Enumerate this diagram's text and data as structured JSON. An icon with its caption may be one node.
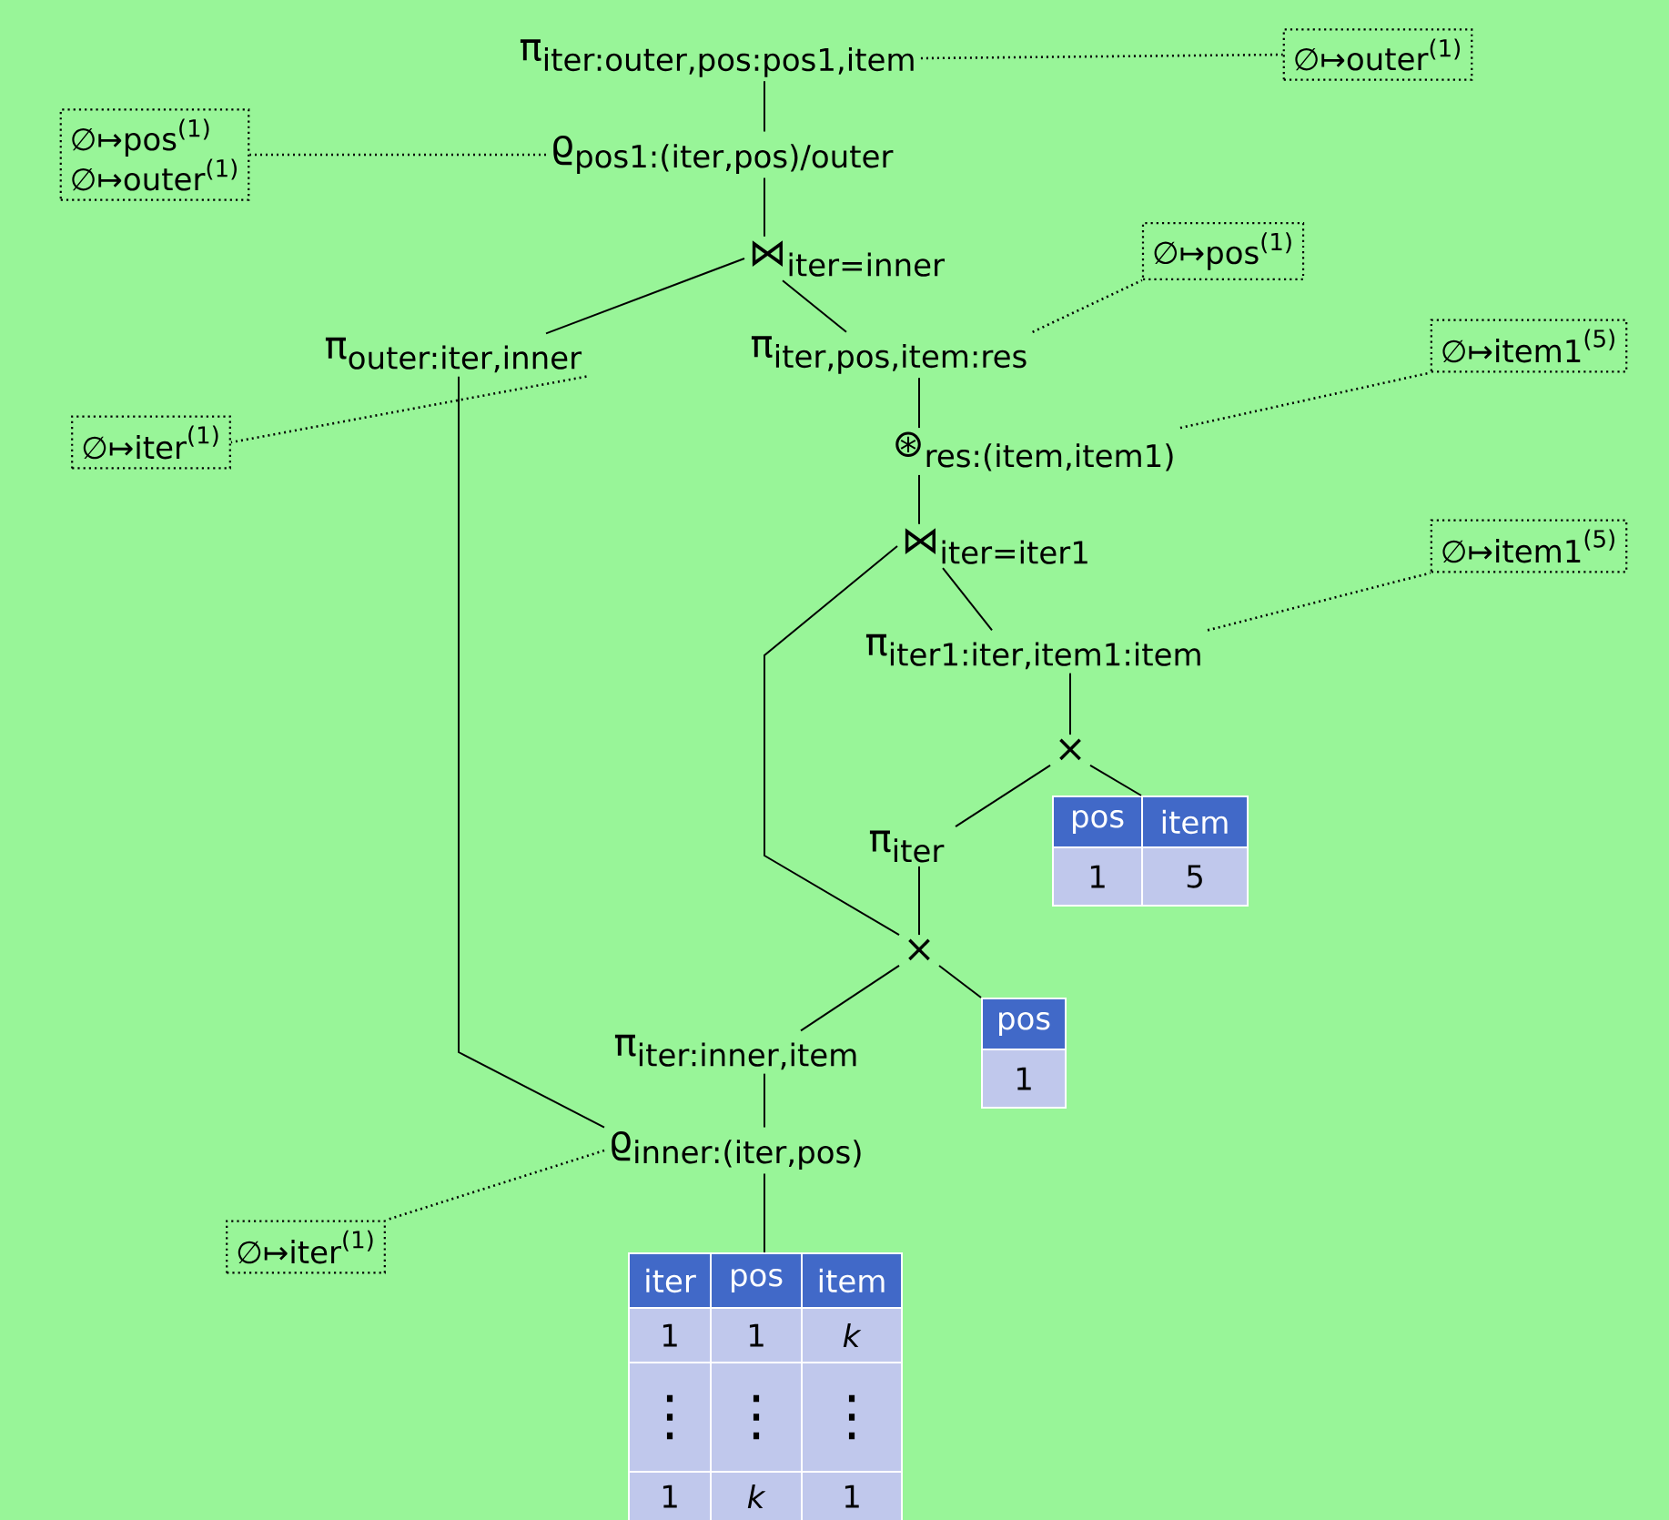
{
  "diagram": {
    "nodes": [
      {
        "text": [
          "\\text{π}_{\\text{iter:outer,pos:pos1,item}}"
        ]
      },
      {
        "text": [
          "\\text{∅↦outer}^{\\text{(1)}}"
        ]
      },
      {
        "text": [
          "\\text{∅↦pos}^{\\text{(1)}}",
          "\\text{∅↦outer}^{\\text{(1)}}"
        ]
      },
      {
        "text": [
          "\\text{ϱ}_{\\text{pos1:(iter,pos)/outer}}"
        ]
      },
      {
        "text": [
          "\\text{⋈}_{\\text{iter=inner}}"
        ]
      },
      {
        "text": [
          "\\text{∅↦pos}^{\\text{(1)}}"
        ]
      },
      {
        "text": [
          "\\text{π}_{\\text{outer:iter,inner}}"
        ]
      },
      {
        "text": [
          "\\text{π}_{\\text{iter,pos,item:res}}"
        ]
      },
      {
        "text": [
          "\\text{∅↦iter}^{\\text{(1)}}"
        ]
      },
      {
        "text": [
          "\\text{∅↦item1}^{\\text{(5)}}"
        ]
      },
      {
        "text": [
          "\\text{⊛}_{\\text{res:(item,item1)}}"
        ]
      },
      {
        "text": [
          "\\text{⋈}_{\\text{iter=iter1}}"
        ]
      },
      {
        "text": [
          "\\text{∅↦item1}^{\\text{(5)}}"
        ]
      },
      {
        "text": [
          "\\text{π}_{\\text{iter1:iter,item1:item}}"
        ]
      },
      {
        "text": [
          "\\text{×}"
        ]
      },
      {
        "text": [
          "\\text{π}_{\\text{iter}}"
        ]
      },
      {
        "text": [
          "pos",
          "item",
          "1",
          "5"
        ]
      },
      {
        "text": [
          "\\text{×}"
        ]
      },
      {
        "text": [
          "pos",
          "1"
        ]
      },
      {
        "text": [
          "\\text{π}_{\\text{iter:inner,item}}"
        ]
      },
      {
        "text": [
          "\\text{ϱ}_{\\text{inner:(iter,pos)}}"
        ]
      },
      {
        "text": [
          "\\text{∅↦iter}^{\\text{(1)}}"
        ]
      },
      {
        "text": [
          "iter",
          "pos",
          "item",
          "1",
          "1",
          "*k*",
          "⋮",
          "⋮",
          "⋮",
          "1",
          "*k*",
          "1"
        ]
      }
    ],
    "edges": [
      {
        "from": 0,
        "to": 3,
        "arrow": "none"
      },
      {
        "from": 3,
        "to": 4,
        "arrow": "none"
      },
      {
        "from": 4,
        "to": 6,
        "arrow": "none"
      },
      {
        "from": 4,
        "to": 7,
        "arrow": "none"
      },
      {
        "from": 7,
        "to": 10,
        "arrow": "none"
      },
      {
        "from": 10,
        "to": 11,
        "arrow": "none"
      },
      {
        "from": 11,
        "to": 13,
        "arrow": "none"
      },
      {
        "from": 11,
        "to": 17,
        "arrow": "none"
      },
      {
        "from": 13,
        "to": 14,
        "arrow": "none"
      },
      {
        "from": 14,
        "to": 15,
        "arrow": "none"
      },
      {
        "from": 14,
        "to": 16,
        "arrow": "none"
      },
      {
        "from": 15,
        "to": 17,
        "arrow": "none"
      },
      {
        "from": 17,
        "to": 19,
        "arrow": "none"
      },
      {
        "from": 17,
        "to": 18,
        "arrow": "none"
      },
      {
        "from": 6,
        "to": 20,
        "arrow": "none"
      },
      {
        "from": 19,
        "to": 20,
        "arrow": "none"
      },
      {
        "from": 20,
        "to": 22,
        "arrow": "none"
      },
      {
        "from": 0,
        "to": 1,
        "arrow": "none",
        "style": "dashed"
      },
      {
        "from": 3,
        "to": 2,
        "arrow": "none",
        "style": "dashed"
      },
      {
        "from": 7,
        "to": 5,
        "arrow": "none",
        "style": "dashed"
      },
      {
        "from": 6,
        "to": 8,
        "arrow": "none",
        "style": "dashed"
      },
      {
        "from": 10,
        "to": 9,
        "arrow": "none",
        "style": "dashed"
      },
      {
        "from": 13,
        "to": 12,
        "arrow": "none",
        "style": "dashed"
      },
      {
        "from": 20,
        "to": 21,
        "arrow": "none",
        "style": "dashed"
      }
    ]
  }
}
